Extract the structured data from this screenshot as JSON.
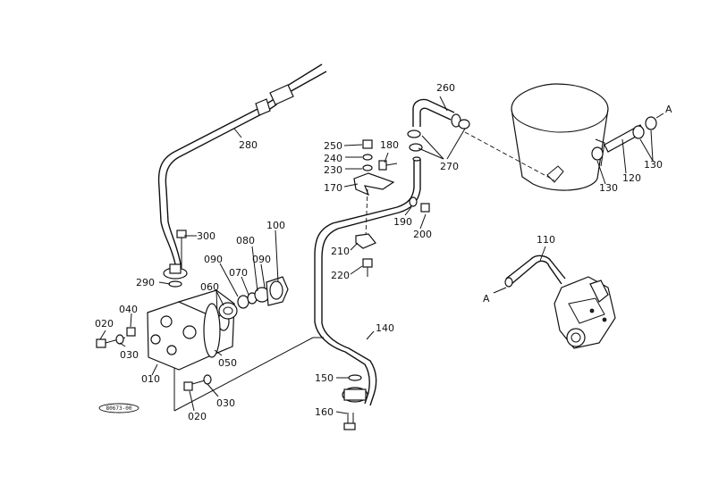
{
  "callouts": [
    {
      "id": "p250",
      "text": "250"
    },
    {
      "id": "p180",
      "text": "180"
    },
    {
      "id": "p240",
      "text": "240"
    },
    {
      "id": "p230",
      "text": "230"
    },
    {
      "id": "p170",
      "text": "170"
    },
    {
      "id": "p260",
      "text": "260"
    },
    {
      "id": "p270",
      "text": "270"
    },
    {
      "id": "p190",
      "text": "190"
    },
    {
      "id": "p200",
      "text": "200"
    },
    {
      "id": "p210",
      "text": "210"
    },
    {
      "id": "p220",
      "text": "220"
    },
    {
      "id": "p280",
      "text": "280"
    },
    {
      "id": "p300",
      "text": "300"
    },
    {
      "id": "p100",
      "text": "100"
    },
    {
      "id": "p080",
      "text": "080"
    },
    {
      "id": "p090a",
      "text": "090"
    },
    {
      "id": "p090b",
      "text": "090"
    },
    {
      "id": "p070",
      "text": "070"
    },
    {
      "id": "p060",
      "text": "060"
    },
    {
      "id": "p290",
      "text": "290"
    },
    {
      "id": "p040",
      "text": "040"
    },
    {
      "id": "p020a",
      "text": "020"
    },
    {
      "id": "p030a",
      "text": "030"
    },
    {
      "id": "p010",
      "text": "010"
    },
    {
      "id": "p050",
      "text": "050"
    },
    {
      "id": "p030b",
      "text": "030"
    },
    {
      "id": "p020b",
      "text": "020"
    },
    {
      "id": "p140",
      "text": "140"
    },
    {
      "id": "p150",
      "text": "150"
    },
    {
      "id": "p160",
      "text": "160"
    },
    {
      "id": "p110",
      "text": "110"
    },
    {
      "id": "p120",
      "text": "120"
    },
    {
      "id": "p130a",
      "text": "130"
    },
    {
      "id": "p130b",
      "text": "130"
    },
    {
      "id": "refA1",
      "text": "A"
    },
    {
      "id": "refA2",
      "text": "A"
    }
  ],
  "stamp": "80673-00"
}
